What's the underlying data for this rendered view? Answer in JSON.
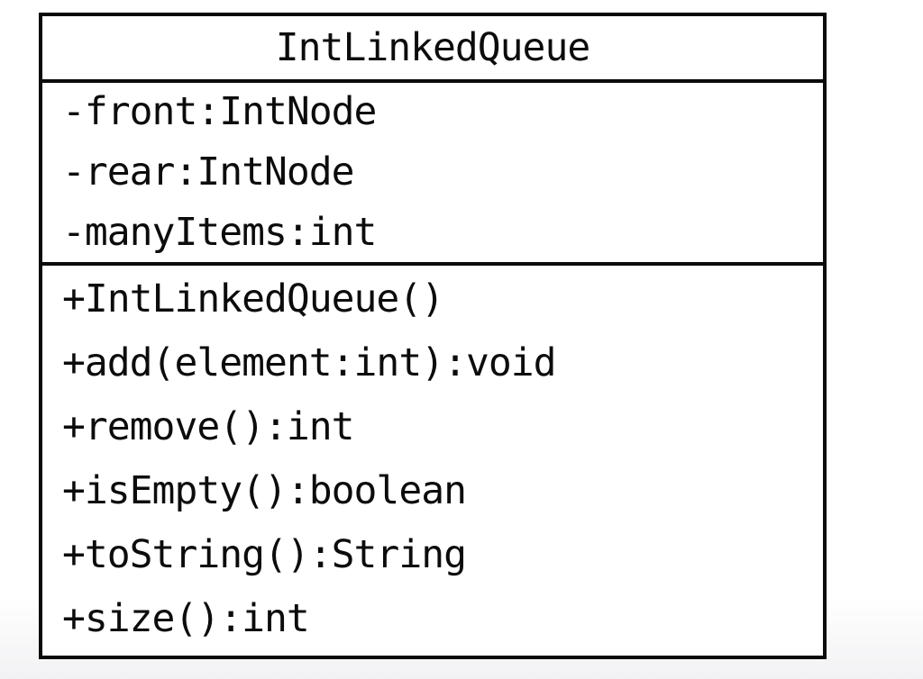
{
  "diagram": {
    "type": "uml-class-diagram",
    "class_name": "IntLinkedQueue",
    "attributes": [
      "-front:IntNode",
      "-rear:IntNode",
      "-manyItems:int"
    ],
    "methods": [
      "+IntLinkedQueue()",
      "+add(element:int):void",
      "+remove():int",
      "+isEmpty():boolean",
      "+toString():String",
      "+size():int"
    ],
    "colors": {
      "border": "#0b0b0b",
      "fill": "#ffffff",
      "text": "#0c0c0c"
    }
  }
}
